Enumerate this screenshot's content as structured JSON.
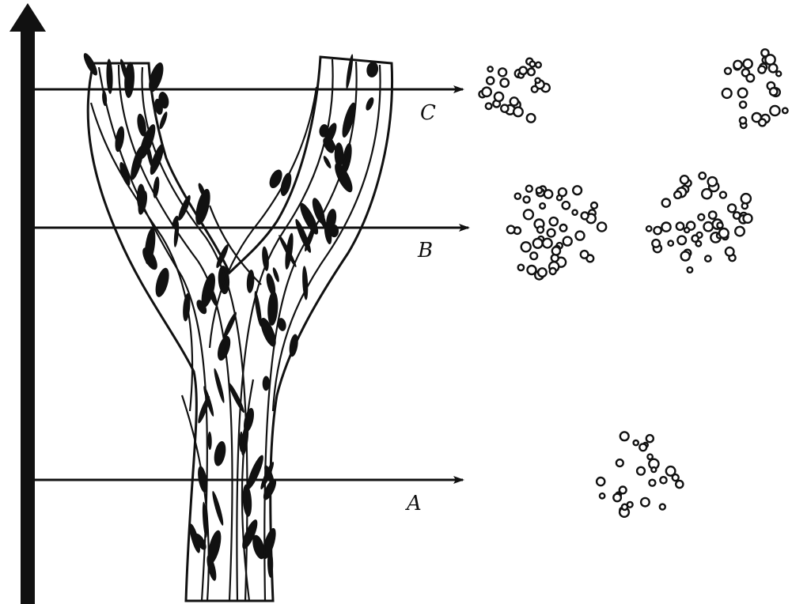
{
  "figure": {
    "labels": {
      "c": "C",
      "b": "B",
      "a": "A"
    },
    "colors": {
      "ink": "#111111",
      "paper": "#ffffff"
    }
  }
}
